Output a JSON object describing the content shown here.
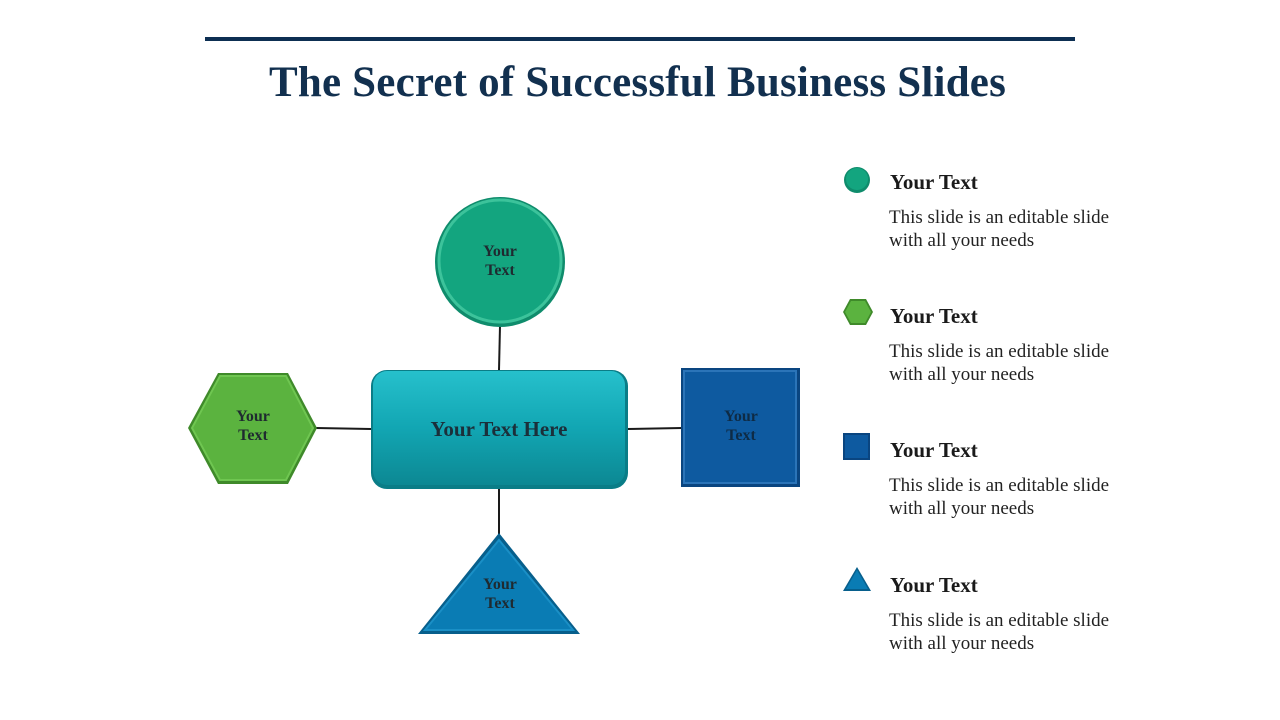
{
  "title": "The Secret of Successful Business Slides",
  "center": {
    "label": "Your Text Here"
  },
  "nodes": {
    "circle": "Your Text",
    "hexagon": "Your Text",
    "square": "Your Text",
    "triangle": "Your Text"
  },
  "legend": [
    {
      "shape": "circle",
      "color": "#13a57f",
      "heading": "Your Text",
      "description": "This slide is an editable slide with all your needs"
    },
    {
      "shape": "hexagon",
      "color": "#5bb33f",
      "heading": "Your Text",
      "description": "This slide is an editable slide with all your needs"
    },
    {
      "shape": "square",
      "color": "#0e5aa0",
      "heading": "Your Text",
      "description": "This slide is an editable slide with all your needs"
    },
    {
      "shape": "triangle",
      "color": "#0a7cb4",
      "heading": "Your Text",
      "description": "This slide is an editable slide with all your needs"
    }
  ],
  "colors": {
    "title": "#12304f",
    "center": "#13a3b0",
    "circle": "#13a57f",
    "hexagon": "#5bb33f",
    "square": "#0e5aa0",
    "triangle": "#0a7cb4"
  }
}
